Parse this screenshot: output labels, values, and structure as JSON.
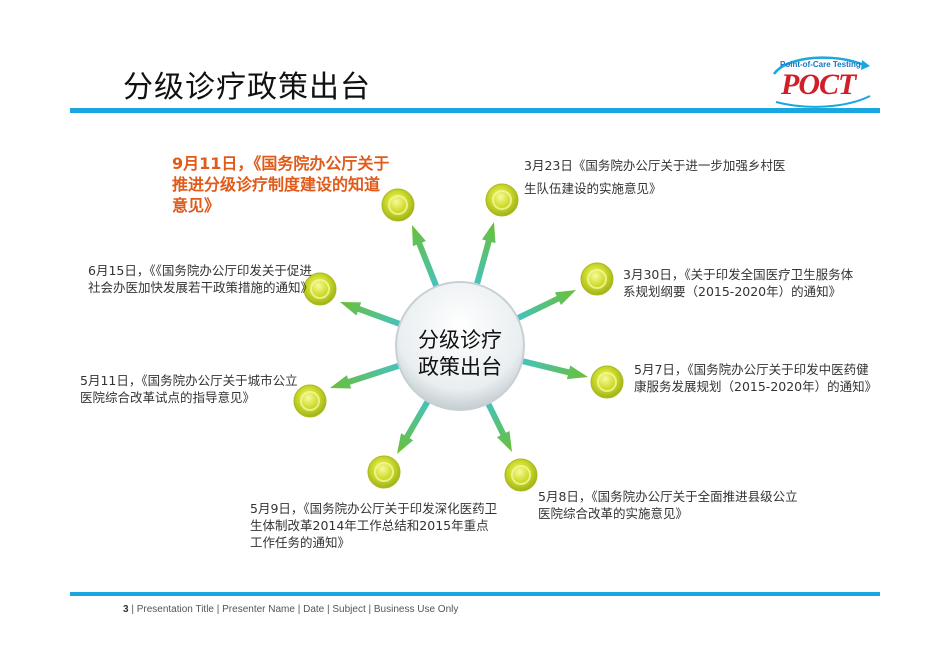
{
  "page": {
    "title": "分级诊疗政策出台",
    "footer_page": "3",
    "footer_text": " | Presentation Title | Presenter Name | Date | Subject | Business Use Only"
  },
  "logo": {
    "tagline": "Point-of-Care Testing",
    "wordmark": "POCT"
  },
  "diagram": {
    "center_line1": "分级诊疗",
    "center_line2": "政策出台",
    "nodes": [
      {
        "id": "sep11",
        "text": "9月11日，《国务院办公厅关于推进分级诊疗制度建设的知道意见》",
        "highlight": true
      },
      {
        "id": "mar23",
        "text": "3月23日《国务院办公厅关于进一步加强乡村医生队伍建设的实施意见》",
        "highlight": false
      },
      {
        "id": "mar30",
        "text": "3月30日，《关于印发全国医疗卫生服务体系规划纲要（2015-2020年）的通知》",
        "highlight": false
      },
      {
        "id": "may7",
        "text": "5月7日，《国务院办公厅关于印发中医药健康服务发展规划（2015-2020年）的通知》",
        "highlight": false
      },
      {
        "id": "may8",
        "text": "5月8日，《国务院办公厅关于全面推进县级公立医院综合改革的实施意见》",
        "highlight": false
      },
      {
        "id": "may9",
        "text": "5月9日，《国务院办公厅关于印发深化医药卫生体制改革2014年工作总结和2015年重点工作任务的通知》",
        "highlight": false
      },
      {
        "id": "may11",
        "text": "5月11日，《国务院办公厅关于城市公立医院综合改革试点的指导意见》",
        "highlight": false
      },
      {
        "id": "jun15",
        "text": "6月15日，《《国务院办公厅印发关于促进社会办医加快发展若干政策措施的通知》",
        "highlight": false
      }
    ]
  },
  "colors": {
    "accent": "#1aa7e0",
    "highlight": "#e05a1a",
    "arrow": "#5bbf4a",
    "ball": "#c9d92a"
  }
}
